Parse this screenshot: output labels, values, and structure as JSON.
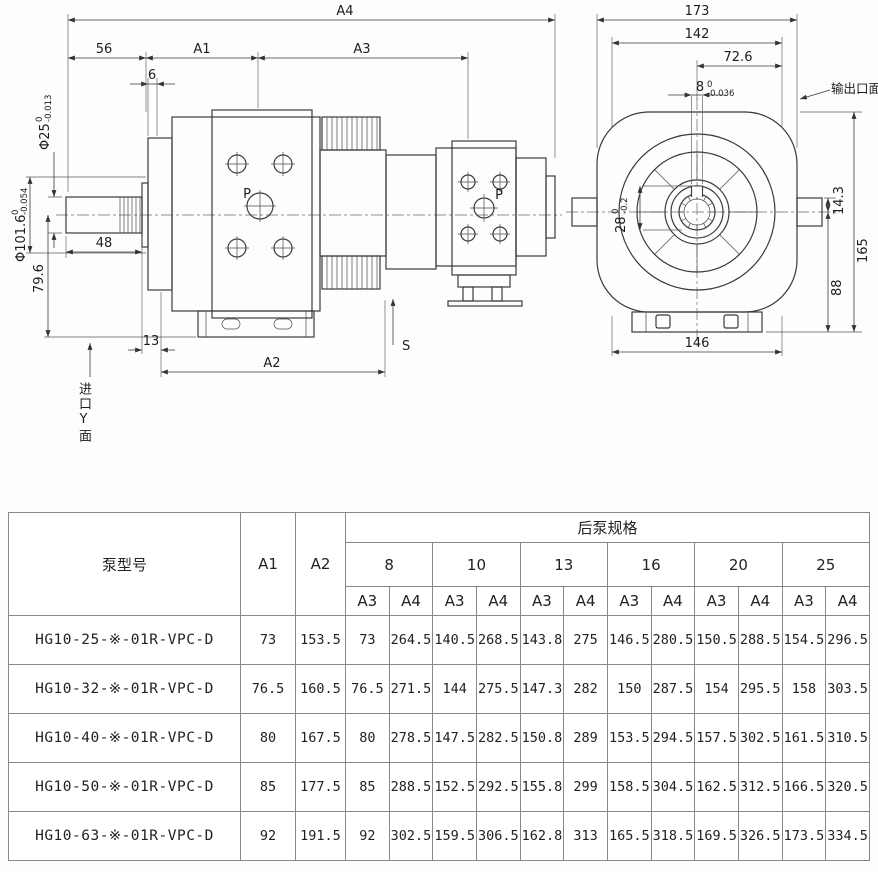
{
  "drawing": {
    "left_view": {
      "a4": "A4",
      "a1": "A1",
      "a3": "A3",
      "a2": "A2",
      "d56": "56",
      "d6": "6",
      "d48": "48",
      "d13": "13",
      "d79_6": "79.6",
      "phi25": "Φ25",
      "phi25_tol_top": "0",
      "phi25_tol_bot": "-0.013",
      "phi101": "Φ101.6",
      "phi101_tol_top": "0",
      "phi101_tol_bot": "-0.054",
      "port_label_front": "P",
      "port_label_rear": "P",
      "suction_label": "S",
      "inlet_face_label": "进口Y面"
    },
    "right_view": {
      "d173": "173",
      "d142": "142",
      "d72_6": "72.6",
      "d8": "8",
      "d8_tol_top": "0",
      "d8_tol_bot": "-0.036",
      "d28": "28",
      "d28_tol_top": "0",
      "d28_tol_bot": "-0.2",
      "d14_3": "14.3",
      "d165": "165",
      "d88": "88",
      "d146": "146",
      "output_face_label": "输出口面"
    }
  },
  "table": {
    "header": {
      "model": "泵型号",
      "a1": "A1",
      "a2": "A2",
      "rear_pump": "后泵规格",
      "sizes": [
        "8",
        "10",
        "13",
        "16",
        "20",
        "25"
      ],
      "a3": "A3",
      "a4": "A4"
    },
    "rows": [
      {
        "cells": [
          "HG10-25-※-01R-VPC-D",
          "73",
          "153.5",
          "73",
          "264.5",
          "140.5",
          "268.5",
          "143.8",
          "275",
          "146.5",
          "280.5",
          "150.5",
          "288.5",
          "154.5",
          "296.5"
        ]
      },
      {
        "cells": [
          "HG10-32-※-01R-VPC-D",
          "76.5",
          "160.5",
          "76.5",
          "271.5",
          "144",
          "275.5",
          "147.3",
          "282",
          "150",
          "287.5",
          "154",
          "295.5",
          "158",
          "303.5"
        ]
      },
      {
        "cells": [
          "HG10-40-※-01R-VPC-D",
          "80",
          "167.5",
          "80",
          "278.5",
          "147.5",
          "282.5",
          "150.8",
          "289",
          "153.5",
          "294.5",
          "157.5",
          "302.5",
          "161.5",
          "310.5"
        ]
      },
      {
        "cells": [
          "HG10-50-※-01R-VPC-D",
          "85",
          "177.5",
          "85",
          "288.5",
          "152.5",
          "292.5",
          "155.8",
          "299",
          "158.5",
          "304.5",
          "162.5",
          "312.5",
          "166.5",
          "320.5"
        ]
      },
      {
        "cells": [
          "HG10-63-※-01R-VPC-D",
          "92",
          "191.5",
          "92",
          "302.5",
          "159.5",
          "306.5",
          "162.8",
          "313",
          "165.5",
          "318.5",
          "169.5",
          "326.5",
          "173.5",
          "334.5"
        ]
      }
    ]
  }
}
